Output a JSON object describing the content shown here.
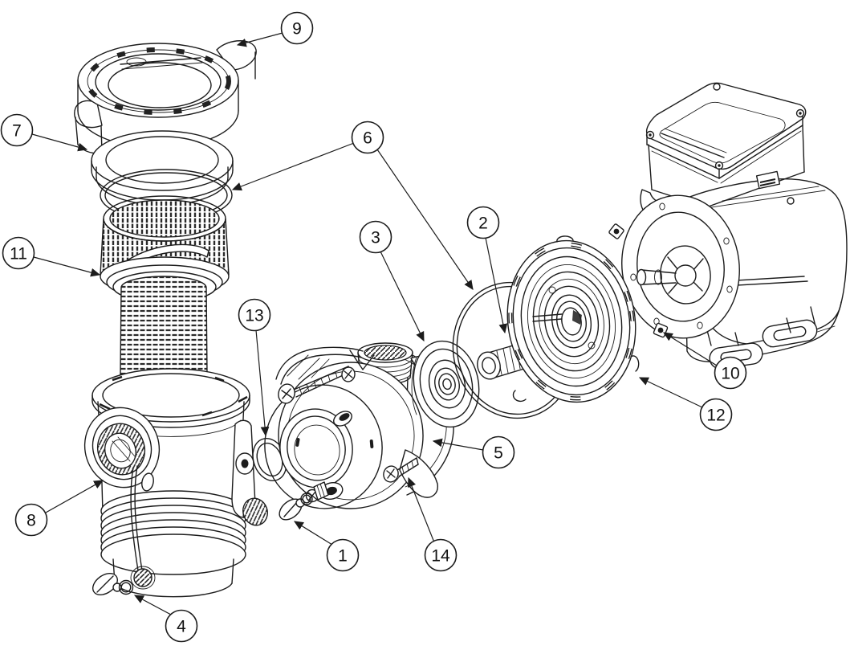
{
  "diagram": {
    "type": "exploded-parts-diagram",
    "background": "#ffffff",
    "line_color": "#1c1c1c",
    "callouts": [
      {
        "label": "1"
      },
      {
        "label": "2"
      },
      {
        "label": "3"
      },
      {
        "label": "4"
      },
      {
        "label": "5"
      },
      {
        "label": "6"
      },
      {
        "label": "7"
      },
      {
        "label": "8"
      },
      {
        "label": "9"
      },
      {
        "label": "10"
      },
      {
        "label": "11"
      },
      {
        "label": "12"
      },
      {
        "label": "13"
      },
      {
        "label": "14"
      }
    ]
  }
}
